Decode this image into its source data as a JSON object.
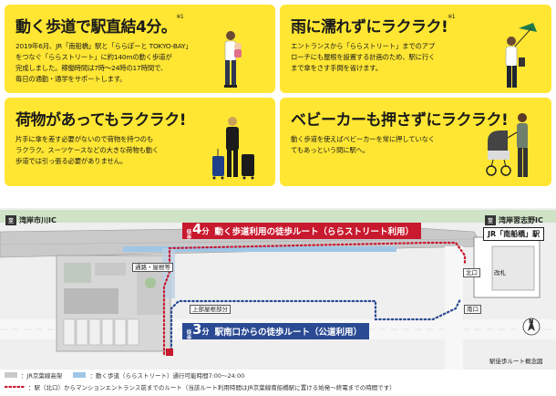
{
  "cards": [
    {
      "title": "動く歩道で駅直結4分。",
      "note": "※1",
      "body": [
        "2019年6月、JR「南船橋」駅と「ららぽーと TOKYO-BAY」",
        "をつなぐ「ららストリート」に約140mの動く歩道が",
        "完成しました。稼働時間は7時～24時の17時間で、",
        "毎日の通勤・通学をサポートします。"
      ]
    },
    {
      "title": "雨に濡れずにラクラク!",
      "note": "※1",
      "body": [
        "エントランスから「ららストリート」までのアプ",
        "ローチにも屋根を設置する計画のため、駅に行く",
        "まで傘をさす手間を省けます。"
      ]
    },
    {
      "title": "荷物があってもラクラク!",
      "note": "",
      "body": [
        "片手に傘を差す必要がないので荷物を持つのも",
        "ラクラク。スーツケースなどの大きな荷物も動く",
        "歩道では引っ張る必要がありません。"
      ]
    },
    {
      "title": "ベビーカーも押さずにラクラク!",
      "note": "",
      "body": [
        "動く歩道を使えばベビーカーを常に押していなく",
        "てもあっという間に駅へ。"
      ]
    }
  ],
  "map": {
    "left_direction": {
      "tag": "至",
      "label": "湾岸市川IC"
    },
    "right_direction": {
      "tag": "至",
      "label": "湾岸習志野IC"
    },
    "route_moving": {
      "pre": "徒歩",
      "minutes": "4",
      "unit": "分",
      "label": "動く歩道利用の徒歩ルート（ららストリート利用）"
    },
    "route_public": {
      "pre": "徒歩",
      "minutes": "3",
      "unit": "分",
      "label": "駅南口からの徒歩ルート（公道利用）"
    },
    "station": "JR「南船橋」駅",
    "labels": {
      "passage": "通路・屋根等",
      "upper_roof": "上部屋根部分",
      "north_exit": "北口",
      "south_exit": "南口",
      "ticket_gate": "改札",
      "station_route": "駅徒歩ルート概念図",
      "north": "N"
    }
  },
  "legend": {
    "items": [
      {
        "label": "：JR京葉線高架",
        "color": "#c9c9c9"
      },
      {
        "label": "：動く歩道（ららストリート）通行可能時間7:00～24:00",
        "color": "#9fc6e6"
      }
    ],
    "note": "：駅（北口）からマンションエントランス前までのルート（当該ルート利用時間はJR京葉線南船橋駅に置ける始発～終電までの時間です）"
  },
  "colors": {
    "yellow": "#ffe633",
    "route_red": "#c8192e",
    "route_blue": "#2a4a93"
  }
}
